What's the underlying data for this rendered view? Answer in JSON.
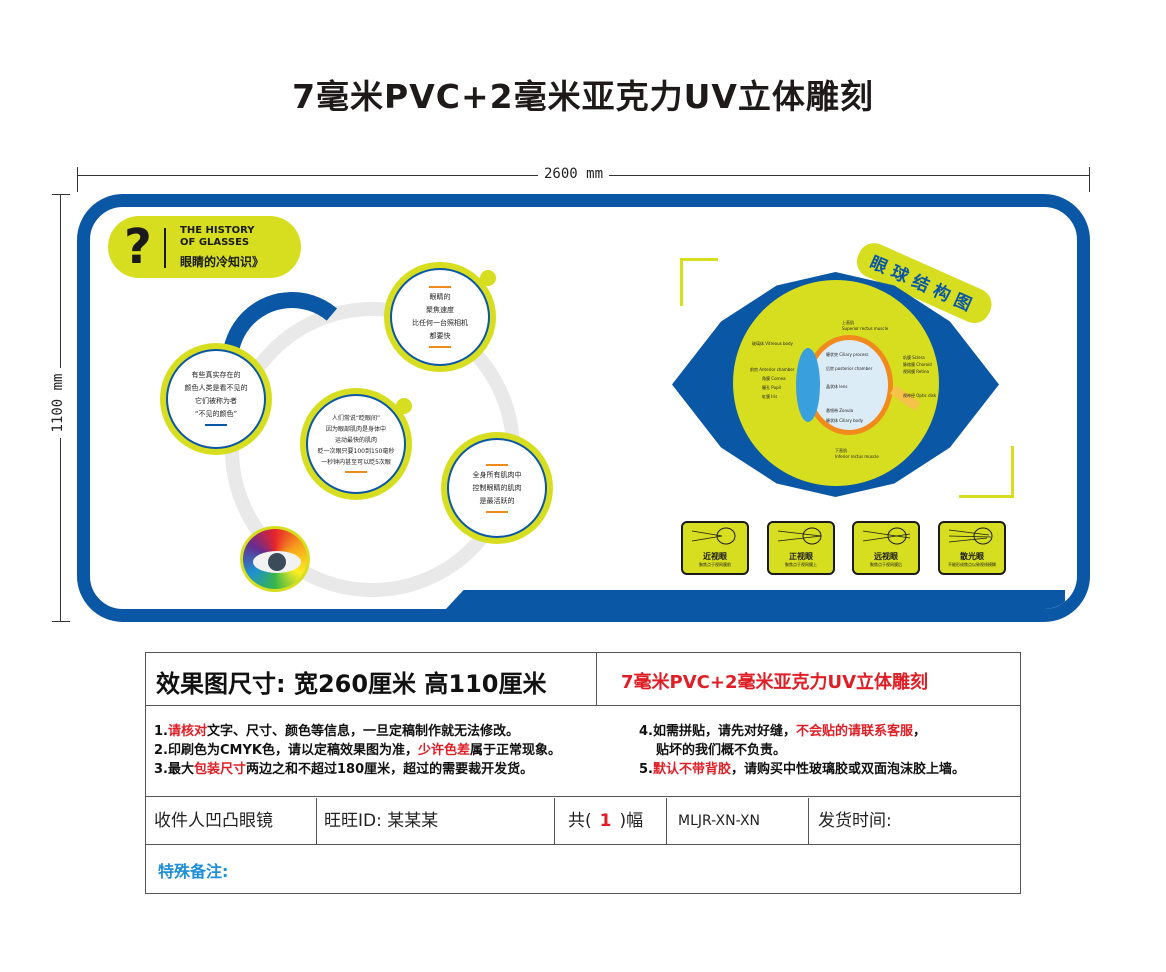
{
  "header": {
    "title": "7毫米PVC+2毫米亚克力UV立体雕刻"
  },
  "dimensions": {
    "width_label": "2600 mm",
    "height_label": "1100 mm"
  },
  "board": {
    "history_badge": {
      "symbol": "?",
      "english": "THE HISTORY OF GLASSES",
      "chinese": "眼睛的冷知识》"
    },
    "facts": [
      {
        "lines": [
          "有些真实存在的",
          "颜色人类是看不见的",
          "它们被称为者",
          "“不见的颜色”"
        ]
      },
      {
        "lines": [
          "眼睛的",
          "聚焦速度",
          "比任何一台照相机",
          "都要快"
        ]
      },
      {
        "lines": [
          "人们常说“眨眼间”",
          "因为眼部肌肉是身体中",
          "运动最快的肌肉",
          "眨一次眼只要100到150毫秒",
          "一秒钟内甚至可以眨5次眼"
        ]
      },
      {
        "lines": [
          "全身所有肌肉中",
          "控制眼睛的肌肉",
          "是最活跃的"
        ]
      }
    ],
    "eye_structure": {
      "title": "眼球结构图",
      "labels": [
        "上直肌",
        "Superior rectus muscle",
        "玻璃体 Vitreous body",
        "睫状突 Ciliary process",
        "前房 Anterior chamber",
        "后房 posterior chamber",
        "角膜 Cornea",
        "瞳孔 Pupil",
        "虹膜 Iris",
        "晶状体 lens",
        "睫状体 Ciliary body",
        "悬韧带 Zonula",
        "巩膜 Sclera",
        "脉络膜 Choroid",
        "视网膜 Retina",
        "视神经 Optic disk",
        "下直肌",
        "Inferior rectus muscle"
      ]
    },
    "vision_cards": [
      {
        "label": "近视眼",
        "sub": "聚焦点于视网膜前"
      },
      {
        "label": "正视眼",
        "sub": "聚焦点于视网膜上"
      },
      {
        "label": "远视眼",
        "sub": "聚焦点于视网膜后"
      },
      {
        "label": "散光眼",
        "sub": "不能形成焦点以致视线模糊"
      }
    ]
  },
  "info": {
    "size": "效果图尺寸: 宽260厘米  高110厘米",
    "material": "7毫米PVC+2毫米亚克力UV立体雕刻",
    "notes": {
      "n1_pre": "1.",
      "n1_red": "请核对",
      "n1_post": "文字、尺寸、颜色等信息，一旦定稿制作就无法修改。",
      "n2_pre": "2.印刷色为CMYK色，请以定稿效果图为准，",
      "n2_red": "少许色差",
      "n2_post": "属于正常现象。",
      "n3_pre": "3.最大",
      "n3_red": "包装尺寸",
      "n3_post": "两边之和不超过180厘米，超过的需要裁开发货。",
      "n4_pre": "4.如需拼贴，请先对好缝，",
      "n4_red": "不会贴的请联系客服",
      "n4_post": "，",
      "n4_cont": "贴坏的我们概不负责。",
      "n5_pre": "5.",
      "n5_red": "默认不带背胶",
      "n5_post": "，请购买中性玻璃胶或双面泡沫胶上墙。"
    },
    "recipient": "收件人凹凸眼镜",
    "wangwang": "旺旺ID: 某某某",
    "count_pre": "共(",
    "count_num": "1",
    "count_post": ")幅",
    "code": "MLJR-XN-XN",
    "ship_time": "发货时间:",
    "special_note": "特殊备注:"
  },
  "colors": {
    "brand_blue": "#0a57a5",
    "accent_yellow": "#d6de1f",
    "accent_orange": "#f08a1c",
    "warn_red": "#e01e26",
    "note_blue": "#1f8fd6"
  }
}
